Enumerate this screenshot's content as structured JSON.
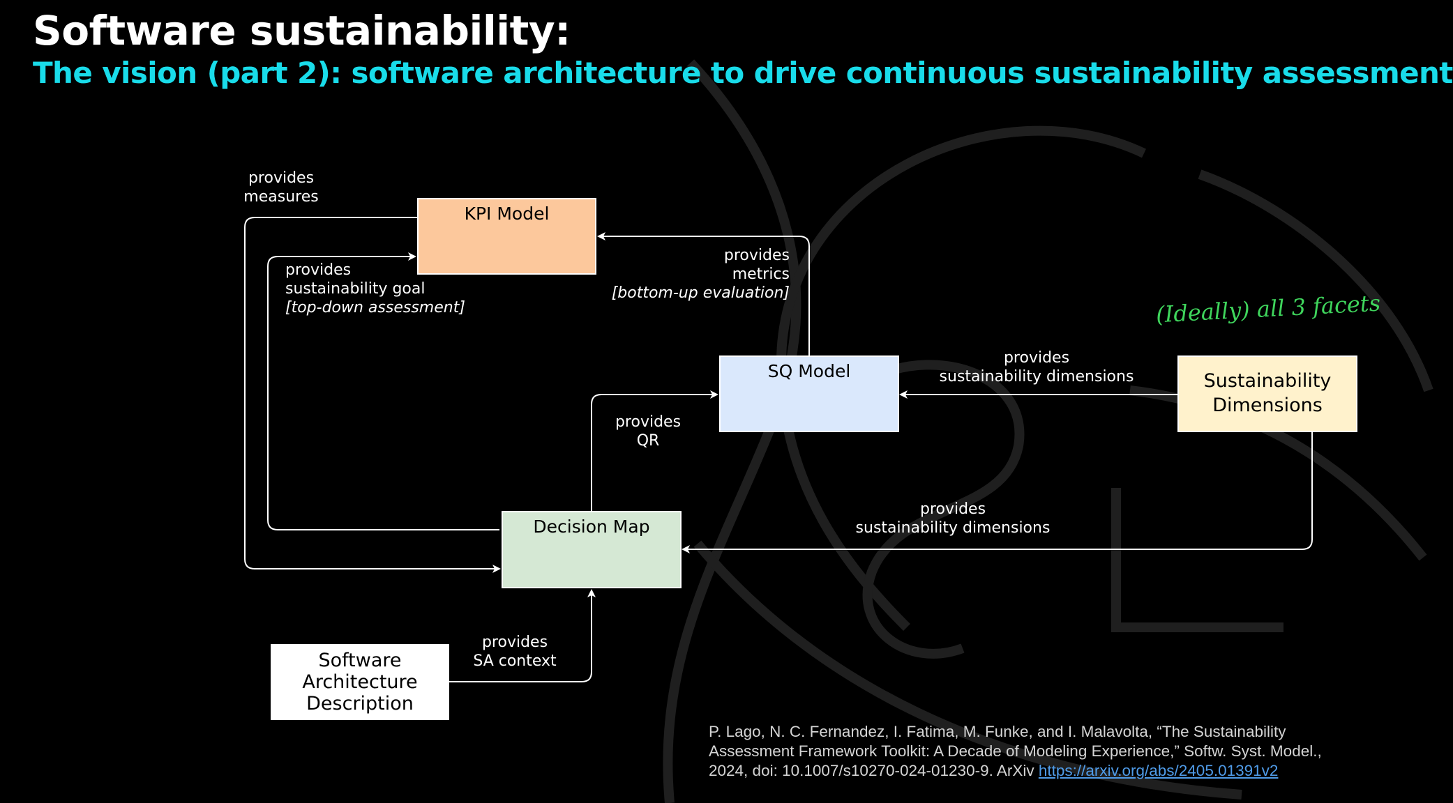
{
  "slide": {
    "title": "Software sustainability:",
    "subtitle": "The vision (part 2): software architecture to drive continuous sustainability assessment"
  },
  "boxes": {
    "kpi_model": {
      "label": "KPI Model",
      "color": "#fcc89c"
    },
    "sq_model": {
      "label": "SQ Model",
      "color": "#dae8fc"
    },
    "sustainability_dimensions": {
      "line1": "Sustainability",
      "line2": "Dimensions",
      "color": "#fff2cc"
    },
    "decision_map": {
      "label": "Decision Map",
      "color": "#d5e8d4"
    },
    "sa_description": {
      "line1": "Software",
      "line2": "Architecture",
      "line3": "Description",
      "color": "#ffffff"
    }
  },
  "edges": {
    "provides_measures": [
      "provides",
      "measures"
    ],
    "provides_goal": [
      "provides",
      "sustainability goal",
      "[top-down assessment]"
    ],
    "provides_metrics": [
      "provides",
      "metrics",
      "[bottom-up evaluation]"
    ],
    "provides_sq_dims": [
      "provides",
      "sustainability dimensions"
    ],
    "provides_qr": [
      "provides",
      "QR"
    ],
    "provides_dm_dims": [
      "provides",
      "sustainability dimensions"
    ],
    "provides_sa_context": [
      "provides",
      "SA context"
    ]
  },
  "annotation": {
    "facets": "(Ideally) all 3 facets",
    "color": "#3fd55c"
  },
  "citation": {
    "line1": "P. Lago, N. C. Fernandez, I. Fatima, M. Funke, and I. Malavolta, “The Sustainability",
    "line2": "Assessment Framework Toolkit: A Decade of Modeling Experience,” Softw. Syst. Model.,",
    "line3_prefix": "2024, doi: 10.1007/s10270-024-01230-9. ArXiv ",
    "link": "https://arxiv.org/abs/2405.01391v2"
  }
}
